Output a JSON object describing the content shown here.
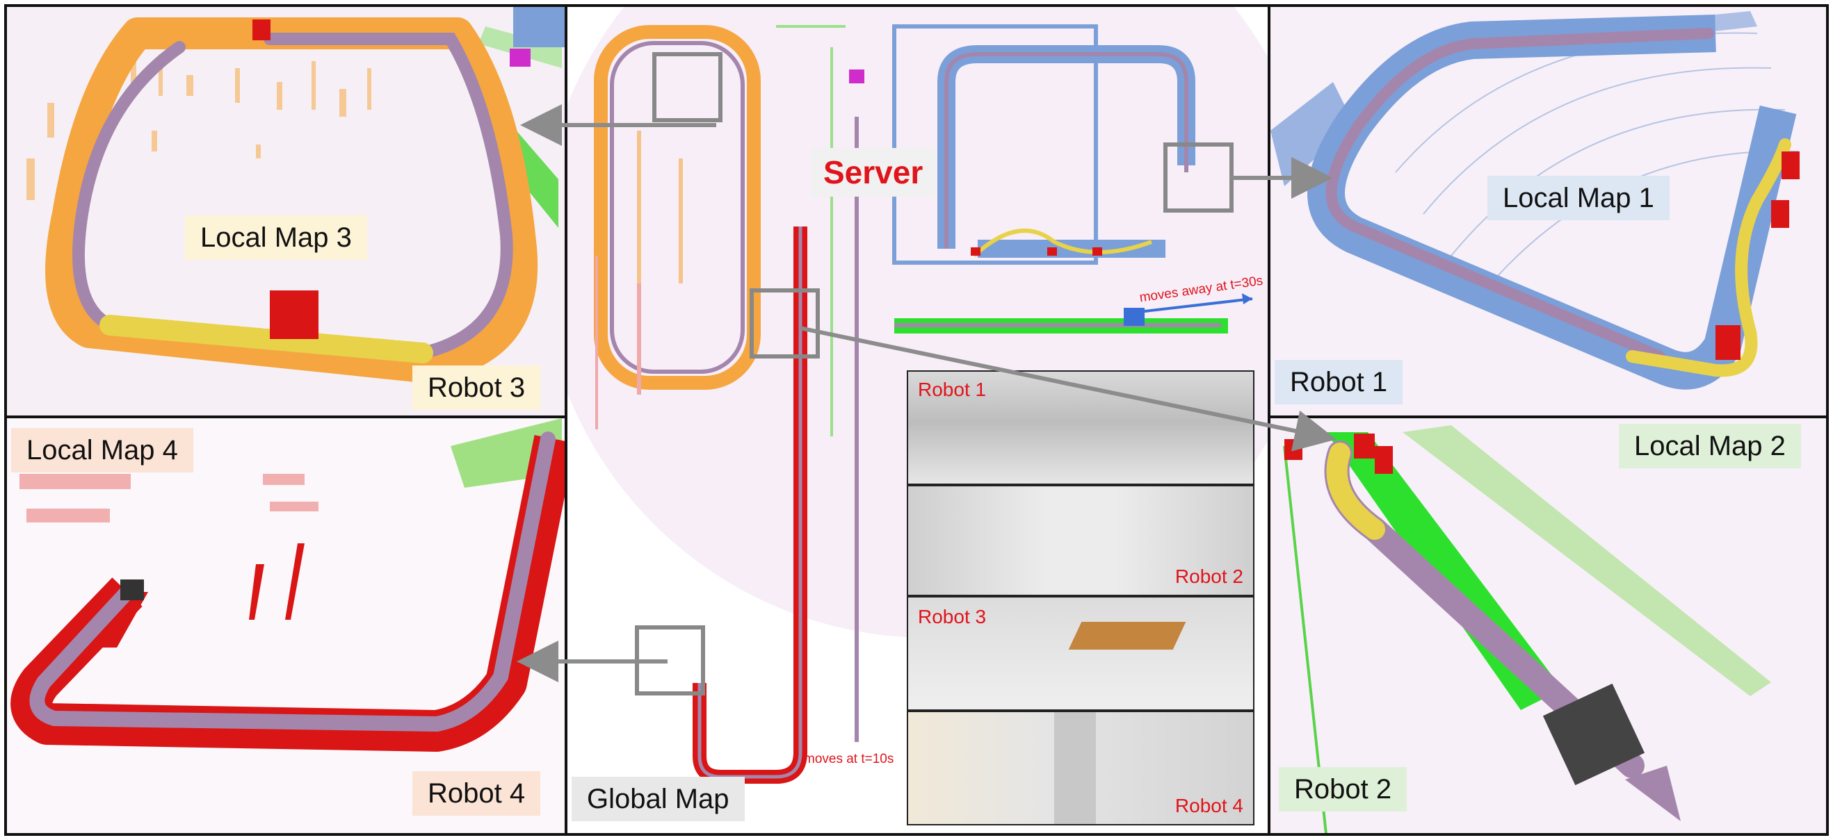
{
  "labels": {
    "local_map_1": "Local Map 1",
    "local_map_2": "Local Map 2",
    "local_map_3": "Local Map 3",
    "local_map_4": "Local Map 4",
    "robot_1": "Robot 1",
    "robot_2": "Robot 2",
    "robot_3": "Robot 3",
    "robot_4": "Robot 4",
    "server": "Server",
    "global_map": "Global Map"
  },
  "annotations": {
    "moves_away": "moves away at t=30s",
    "moves_at": "moves at t=10s"
  },
  "camera_views": {
    "view_1": "Robot 1",
    "view_2": "Robot 2",
    "view_3": "Robot 3",
    "view_4": "Robot 4"
  },
  "colors": {
    "robot_1_map": "#7b9fd8",
    "robot_2_map": "#2ee02e",
    "robot_3_map": "#f5a641",
    "robot_4_map": "#d91515",
    "trajectory": "#a486ad",
    "trajectory_alt": "#e8d24a",
    "label_red": "#e0141b",
    "background_pink": "#f7f0f8"
  }
}
